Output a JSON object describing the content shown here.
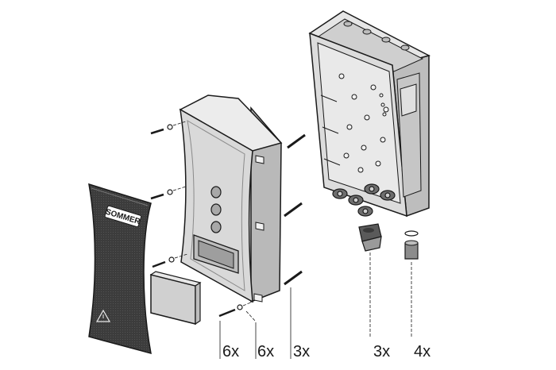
{
  "brand_label": "SOMMER",
  "quantities": [
    {
      "id": "screws",
      "text": "6x"
    },
    {
      "id": "washers",
      "text": "6x"
    },
    {
      "id": "long-screws",
      "text": "3x"
    },
    {
      "id": "large-cable-glands",
      "text": "3x"
    },
    {
      "id": "small-cable-glands",
      "text": "4x"
    }
  ],
  "colors": {
    "line": "#1a1a1a",
    "housing_fill": "#d9d9d9",
    "housing_shadow": "#b9b9b9",
    "panel_fill": "#3c3c3c",
    "label_fill": "#ffffff"
  }
}
